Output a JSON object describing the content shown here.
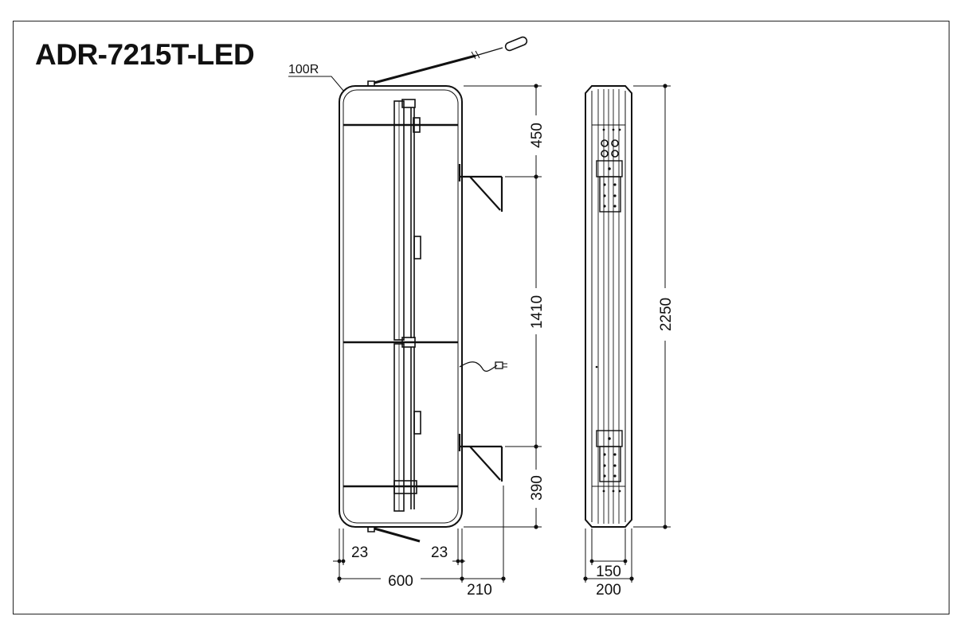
{
  "title": "ADR-7215T-LED",
  "labels": {
    "radius": "100R",
    "top_section": "450",
    "middle_section": "1410",
    "bottom_section": "390",
    "total_height": "2250",
    "left_margin": "23",
    "right_margin": "23",
    "width": "600",
    "bracket_depth": "210",
    "side_inner": "150",
    "side_outer": "200"
  },
  "line_color": "#111111"
}
